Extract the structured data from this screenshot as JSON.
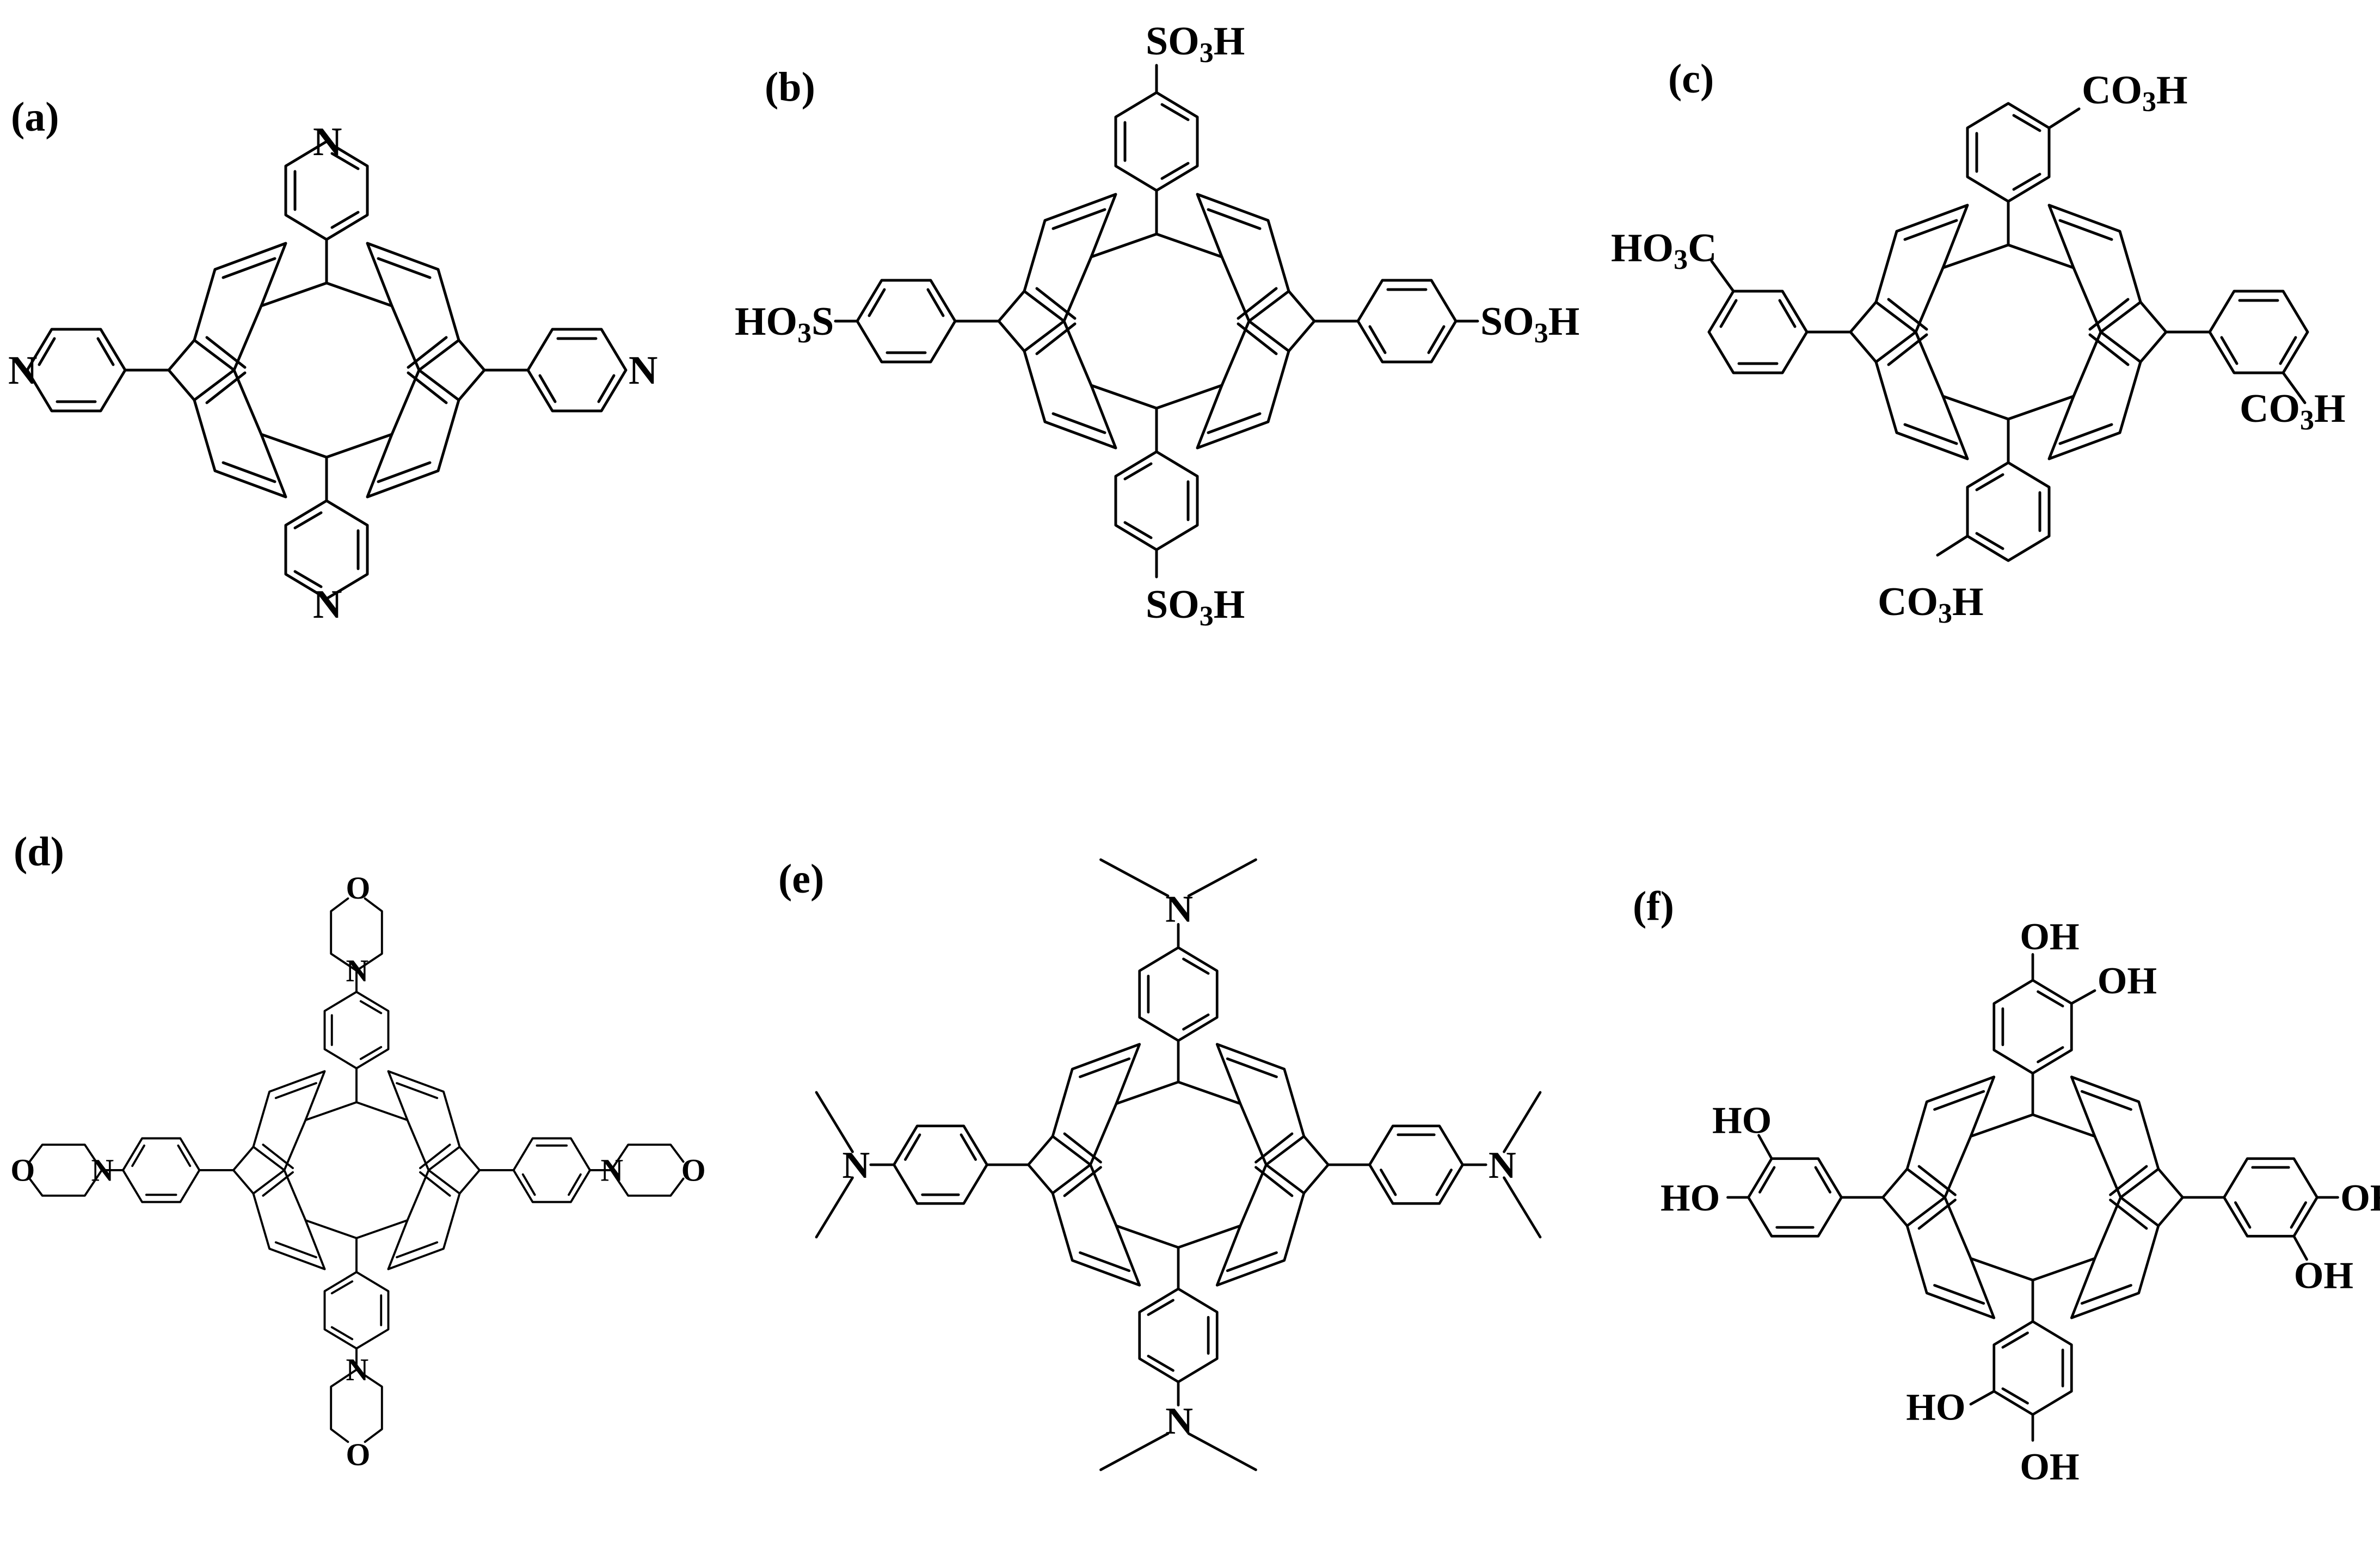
{
  "panels": [
    {
      "label": "(a)",
      "substituent": "4-pyridyl",
      "atoms": {
        "top": "N",
        "right": "N",
        "bottom": "N",
        "left": "N"
      }
    },
    {
      "label": "(b)",
      "substituent": "4-sulfophenyl",
      "atoms": {
        "top": "SO3H",
        "right": "SO3H",
        "bottom": "SO3H",
        "left": "HO3S"
      }
    },
    {
      "label": "(c)",
      "substituent": "3-carboxyphenyl",
      "atoms": {
        "top": "CO3H",
        "right": "CO3H",
        "bottom": "CO3H",
        "left": "HO3C"
      }
    },
    {
      "label": "(d)",
      "substituent": "4-morpholinophenyl",
      "atoms": {
        "O": "O",
        "N": "N"
      }
    },
    {
      "label": "(e)",
      "substituent": "4-dimethylaminophenyl",
      "atoms": {
        "N": "N"
      }
    },
    {
      "label": "(f)",
      "substituent": "3,4-dihydroxyphenyl",
      "atoms": {
        "right": "OH",
        "left": "HO"
      }
    }
  ],
  "colors": {
    "ink": "#000000",
    "background": "#ffffff"
  }
}
